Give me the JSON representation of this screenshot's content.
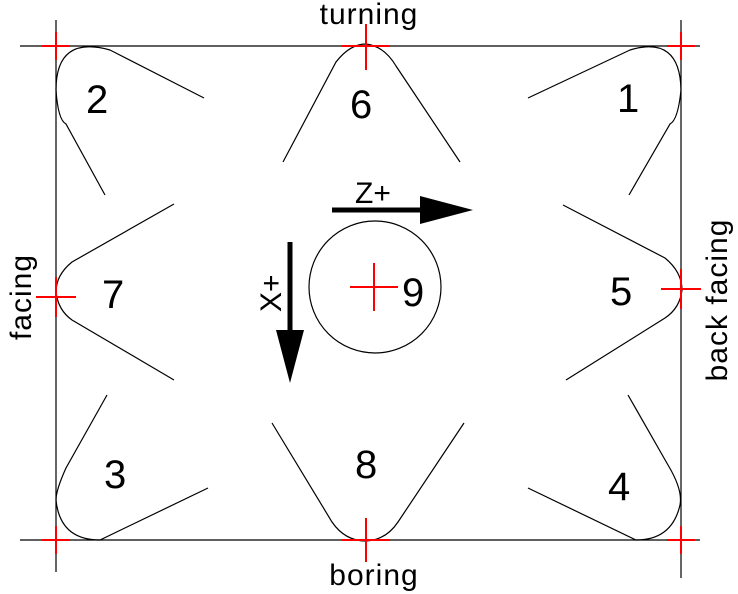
{
  "labels": {
    "top": "turning",
    "bottom": "boring",
    "left": "facing",
    "right": "back facing"
  },
  "axes": {
    "z": "Z+",
    "x": "X+"
  },
  "positions": [
    "1",
    "2",
    "3",
    "4",
    "5",
    "6",
    "7",
    "8",
    "9"
  ],
  "colors": {
    "line": "#000000",
    "crosshair": "#ff0000",
    "background": "#ffffff"
  }
}
